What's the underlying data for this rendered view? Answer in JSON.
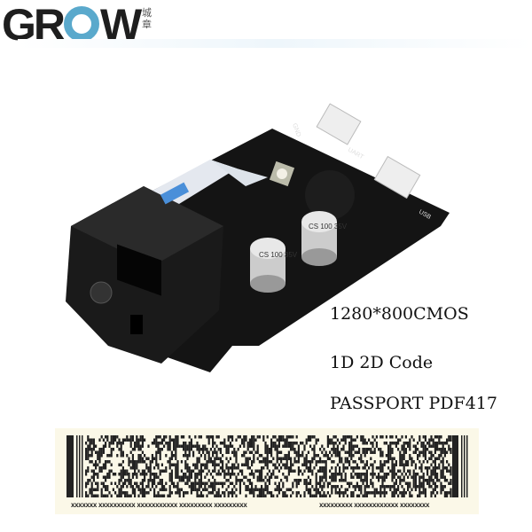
{
  "logo": {
    "brand": "GROW",
    "brand_g_r": "GR",
    "brand_w": "W",
    "chinese": "城章"
  },
  "specs": [
    "1280*800CMOS",
    "1D 2D Code",
    "PASSPORT PDF417"
  ],
  "board_labels": {
    "uart": "UART",
    "usb": "USB",
    "gnd": "GND",
    "cap1": "CS 100 35V",
    "cap2": "CS 100 35V"
  },
  "barcode": {
    "type": "PDF417",
    "caption_left": "xxxxxxx xxxxxxxxxx xxxxxxxxxxx xxxxxxxxx xxxxxxxxx",
    "caption_right": "xxxxxxxxx xxxxxxxxxxxx xxxxxxxx"
  },
  "colors": {
    "pcb": "#141414",
    "logo_ring": "#5aa9cc",
    "card": "#fbf8e8"
  }
}
